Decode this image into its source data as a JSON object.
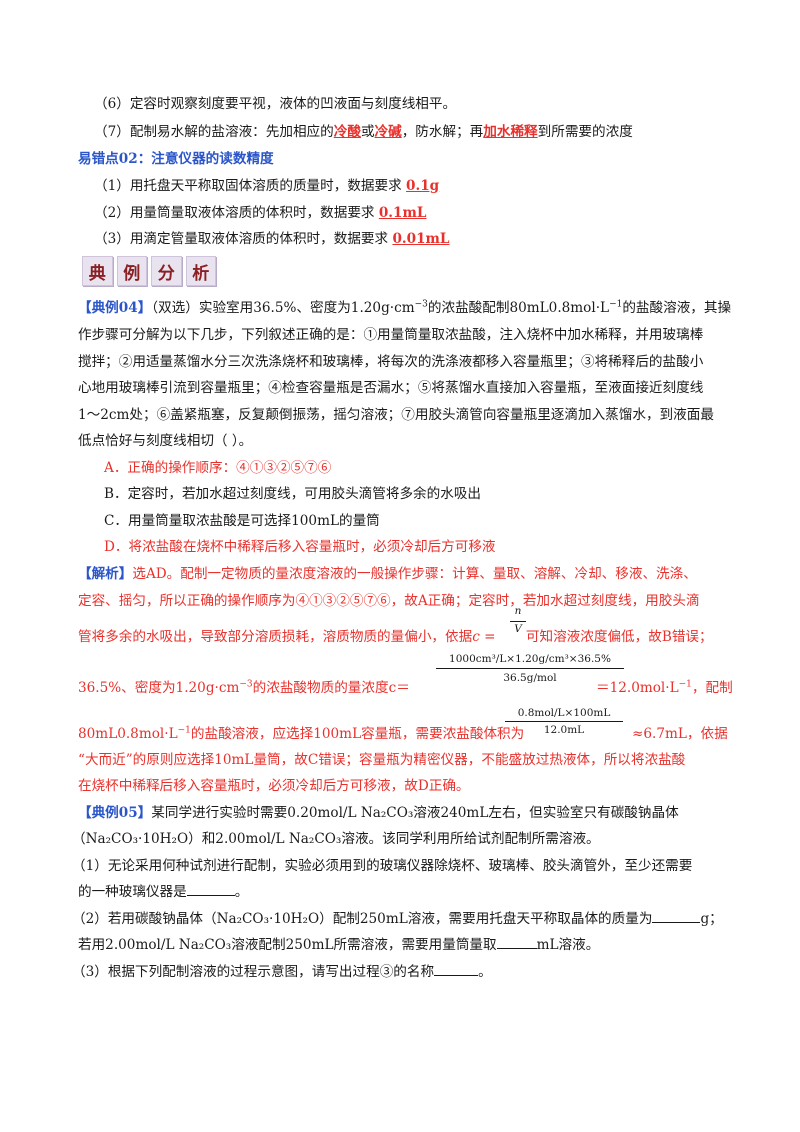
{
  "colors": {
    "answer_red": "#e8312c",
    "heading_blue": "#2b56c9",
    "badge_bg": "#e8e3ee",
    "badge_text": "#8a1f24"
  },
  "notes": {
    "n6": "（6）定容时观察刻度要平视，液体的凹液面与刻度线相平。",
    "n7_a": "（7）配制易水解的盐溶液：先加相应的",
    "n7_k1": "冷酸",
    "n7_b": "或",
    "n7_k2": "冷碱",
    "n7_c": "，防水解；再",
    "n7_k3": "加水稀释",
    "n7_d": "到所需要的浓度"
  },
  "point02": {
    "heading": "易错点02：注意仪器的读数精度",
    "items": [
      {
        "text": "（1）用托盘天平称取固体溶质的质量时，数据要求 ",
        "answer": "0.1g"
      },
      {
        "text": "（2）用量筒量取液体溶质的体积时，数据要求 ",
        "answer": "0.1mL"
      },
      {
        "text": "（3）用滴定管量取液体溶质的体积时，数据要求 ",
        "answer": "0.01mL"
      }
    ]
  },
  "badges": [
    "典",
    "例",
    "分",
    "析"
  ],
  "ex04": {
    "tag": "【典例04】",
    "l1_a": "（双选）实验室用36.5%、密度为1.20g·cm",
    "l1_sup": "−3",
    "l1_b": "的浓盐酸配制80mL0.8mol·L",
    "l1_sup2": "−1",
    "l1_c": "的盐酸溶液，其操",
    "l2": "作步骤可分解为以下几步，下列叙述正确的是：①用量筒量取浓盐酸，注入烧杯中加水稀释，并用玻璃棒",
    "l3": "搅拌；②用适量蒸馏水分三次洗涤烧杯和玻璃棒，将每次的洗涤液都移入容量瓶里；③将稀释后的盐酸小",
    "l4": "心地用玻璃棒引流到容量瓶里；④检查容量瓶是否漏水；⑤将蒸馏水直接加入容量瓶，至液面接近刻度线",
    "l5": "1～2cm处；⑥盖紧瓶塞，反复颠倒振荡，摇匀溶液；⑦用胶头滴管向容量瓶里逐滴加入蒸馏水，到液面最",
    "l6": "低点恰好与刻度线相切（        ）。",
    "optA": "A．正确的操作顺序：④①③②⑤⑦⑥",
    "optB": "B．定容时，若加水超过刻度线，可用胶头滴管将多余的水吸出",
    "optC": "C．用量筒量取浓盐酸是可选择100mL的量筒",
    "optD": "D．将浓盐酸在烧杯中稀释后移入容量瓶时，必须冷却后方可移液"
  },
  "analysis": {
    "tag": "【解析】",
    "l1": "选AD。配制一定物质的量浓度溶液的一般操作步骤：计算、量取、溶解、冷却、移液、洗涤、",
    "l2": "定容、摇匀，所以正确的操作顺序为④①③②⑤⑦⑥，故A正确；定容时，若加水超过刻度线，用胶头滴",
    "l3_a": "管将多余的水吸出，导致部分溶质损耗，溶质物质的量偏小，依据",
    "l3_c": "c",
    "l3_eq": " = ",
    "l3_n": "n",
    "l3_v": "V",
    "l3_b": "可知溶液浓度偏低，故B错误；",
    "frac1_num": "1000cm³/L×1.20g/cm³×36.5%",
    "frac1_den": "36.5g/mol",
    "l4_a": "36.5%、密度为1.20g·cm",
    "l4_sup": "−3",
    "l4_b": "的浓盐酸物质的量浓度c＝",
    "l4_c": "＝12.0mol·L",
    "l4_sup2": "−1",
    "l4_d": "，配制",
    "frac2_num": "0.8mol/L×100mL",
    "frac2_den": "12.0mL",
    "l5_a": "80mL0.8mol·L",
    "l5_sup": "−1",
    "l5_b": "的盐酸溶液，应选择100mL容量瓶，需要浓盐酸体积为",
    "l5_c": "≈6.7mL，依据",
    "l6": "“大而近”的原则应选择10mL量筒，故C错误；容量瓶为精密仪器，不能盛放过热液体，所以将浓盐酸",
    "l7": "在烧杯中稀释后移入容量瓶时，必须冷却后方可移液，故D正确。"
  },
  "ex05": {
    "tag": "【典例05】",
    "l1": "某同学进行实验时需要0.20mol/L Na₂CO₃溶液240mL左右，但实验室只有碳酸钠晶体",
    "l2": "（Na₂CO₃·10H₂O）和2.00mol/L Na₂CO₃溶液。该同学利用所给试剂配制所需溶液。",
    "q1_a": "（1）无论采用何种试剂进行配制，实验必须用到的玻璃仪器除烧杯、玻璃棒、胶头滴管外，至少还需要",
    "q1_b": "的一种玻璃仪器是",
    "q1_c": "。",
    "q2_a": "（2）若用碳酸钠晶体（Na₂CO₃·10H₂O）配制250mL溶液，需要用托盘天平称取晶体的质量为",
    "q2_b": "g；",
    "q2_c": "若用2.00mol/L Na₂CO₃溶液配制250mL所需溶液，需要用量筒量取",
    "q2_d": "mL溶液。",
    "q3_a": "（3）根据下列配制溶液的过程示意图，请写出过程③的名称",
    "q3_b": "。"
  }
}
